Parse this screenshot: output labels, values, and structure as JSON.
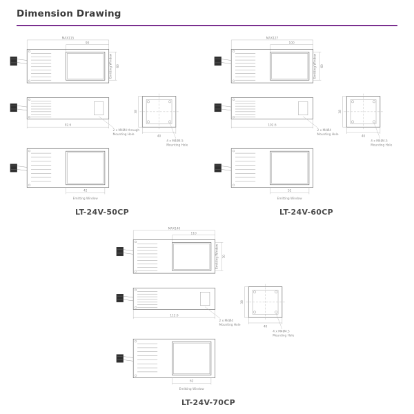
{
  "page": {
    "title": "Dimension Drawing",
    "accent_color": "#7a2f8f"
  },
  "groups": [
    {
      "label": "LT-24V-50CP",
      "dims": {
        "max": "MAX115",
        "a": "90",
        "b": "60",
        "emit": "Emitting Window",
        "len": "92.6",
        "side_note": "2 x M4Ø4 through",
        "side_note2": "Mounting Hole",
        "end_w": "40",
        "end_h": "38",
        "holes": "4 x M4Ø4.5",
        "holes2": "Mounting Hole",
        "c": "42",
        "window": "Emitting Window"
      }
    },
    {
      "label": "LT-24V-60CP",
      "dims": {
        "max": "MAX127",
        "a": "100",
        "b": "60",
        "emit": "Emitting Window",
        "len": "102.6",
        "side_note": "2 x M4Ø4",
        "side_note2": "Mounting Hole",
        "end_w": "40",
        "end_h": "38",
        "holes": "4 x M4Ø4.5",
        "holes2": "Mounting Hole",
        "c": "52",
        "window": "Emitting Window"
      }
    },
    {
      "label": "LT-24V-70CP",
      "dims": {
        "max": "MAX140",
        "a": "110",
        "b": "70",
        "emit": "Emitting Window",
        "len": "112.6",
        "side_note": "2 x M4Ø4",
        "side_note2": "Mounting Hole",
        "end_w": "40",
        "end_h": "38",
        "holes": "4 x M4Ø4.5",
        "holes2": "Mounting Hole",
        "c": "62",
        "window": "Emitting Window"
      }
    }
  ]
}
